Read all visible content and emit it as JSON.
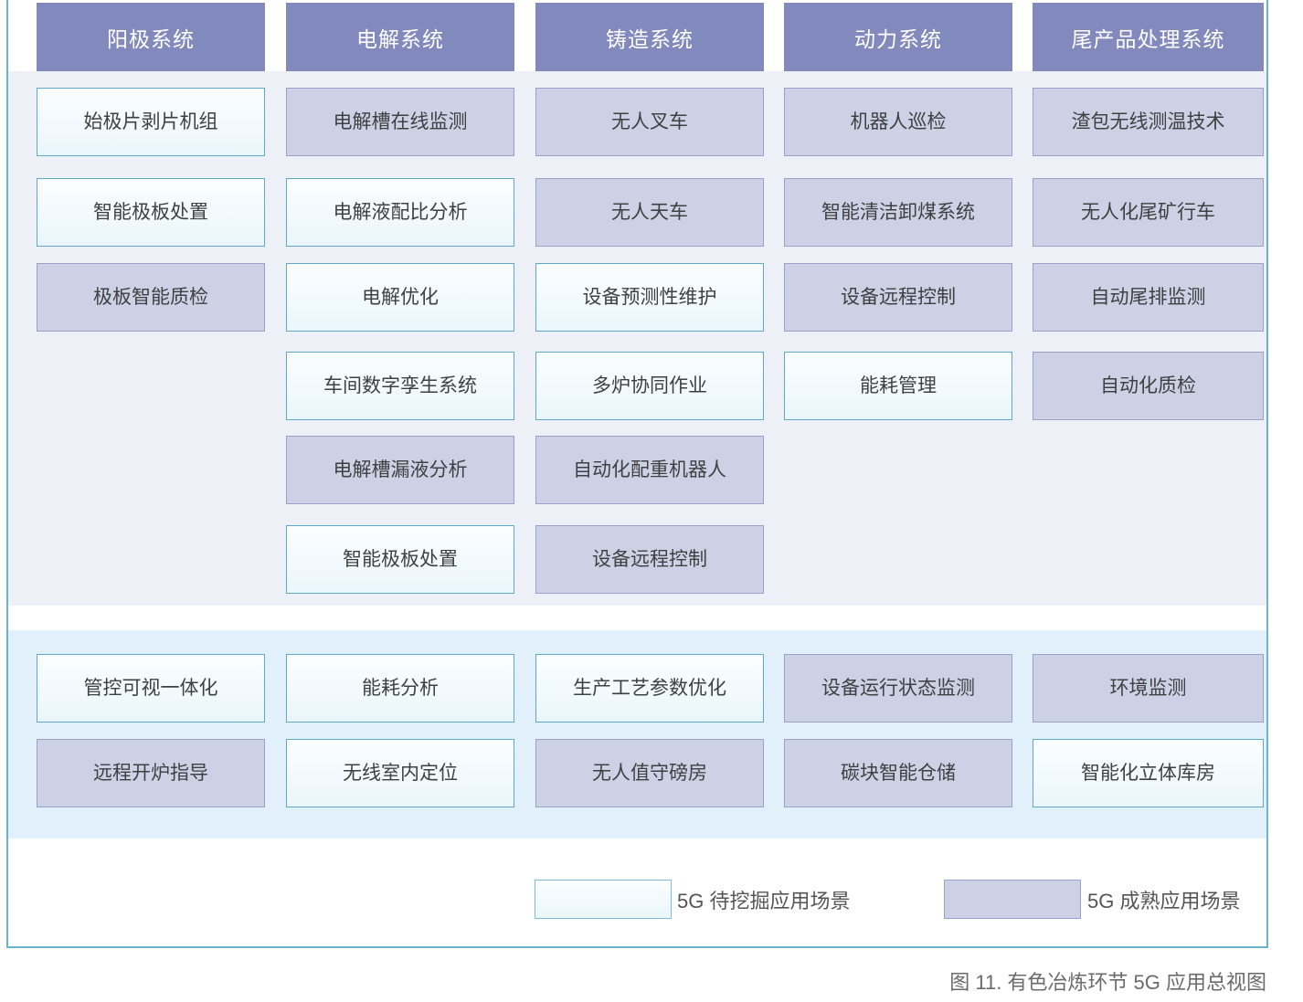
{
  "figure": {
    "caption": "图 11. 有色冶炼环节 5G 应用总视图"
  },
  "colors": {
    "header_bar": "#8289bd",
    "upper_band": "#eef0f8",
    "lower_band": "#e1f0fa",
    "mature_fill": "#ccd1e6",
    "mature_border": "#9aa0ca",
    "emerging_fill": "#eaf6fb",
    "emerging_border": "#5fa8c6",
    "frame_border": "#6ab3cf",
    "cell_text": "#404040",
    "header_text": "#ffffff",
    "caption_text": "#6b6b6b"
  },
  "columns": [
    {
      "header": "阳极系统",
      "cells": [
        {
          "label": "始极片剥片机组",
          "type": "emerging"
        },
        {
          "label": "智能极板处置",
          "type": "emerging"
        },
        {
          "label": "极板智能质检",
          "type": "mature"
        }
      ]
    },
    {
      "header": "电解系统",
      "cells": [
        {
          "label": "电解槽在线监测",
          "type": "mature"
        },
        {
          "label": "电解液配比分析",
          "type": "emerging"
        },
        {
          "label": "电解优化",
          "type": "emerging"
        },
        {
          "label": "车间数字孪生系统",
          "type": "emerging"
        },
        {
          "label": "电解槽漏液分析",
          "type": "mature"
        },
        {
          "label": "智能极板处置",
          "type": "emerging"
        }
      ]
    },
    {
      "header": "铸造系统",
      "cells": [
        {
          "label": "无人叉车",
          "type": "mature"
        },
        {
          "label": "无人天车",
          "type": "mature"
        },
        {
          "label": "设备预测性维护",
          "type": "emerging"
        },
        {
          "label": "多炉协同作业",
          "type": "emerging"
        },
        {
          "label": "自动化配重机器人",
          "type": "mature"
        },
        {
          "label": "设备远程控制",
          "type": "mature"
        }
      ]
    },
    {
      "header": "动力系统",
      "cells": [
        {
          "label": "机器人巡检",
          "type": "mature"
        },
        {
          "label": "智能清洁卸煤系统",
          "type": "mature"
        },
        {
          "label": "设备远程控制",
          "type": "mature"
        },
        {
          "label": "能耗管理",
          "type": "emerging"
        }
      ]
    },
    {
      "header": "尾产品处理系统",
      "cells": [
        {
          "label": "渣包无线测温技术",
          "type": "mature"
        },
        {
          "label": "无人化尾矿行车",
          "type": "mature"
        },
        {
          "label": "自动尾排监测",
          "type": "mature"
        },
        {
          "label": "自动化质检",
          "type": "mature"
        }
      ]
    }
  ],
  "common_columns": [
    {
      "cells": [
        {
          "label": "管控可视一体化",
          "type": "emerging"
        },
        {
          "label": "远程开炉指导",
          "type": "mature"
        }
      ]
    },
    {
      "cells": [
        {
          "label": "能耗分析",
          "type": "emerging"
        },
        {
          "label": "无线室内定位",
          "type": "emerging"
        }
      ]
    },
    {
      "cells": [
        {
          "label": "生产工艺参数优化",
          "type": "emerging"
        },
        {
          "label": "无人值守磅房",
          "type": "mature"
        }
      ]
    },
    {
      "cells": [
        {
          "label": "设备运行状态监测",
          "type": "mature"
        },
        {
          "label": "碳块智能仓储",
          "type": "mature"
        }
      ]
    },
    {
      "cells": [
        {
          "label": "环境监测",
          "type": "mature"
        },
        {
          "label": "智能化立体库房",
          "type": "emerging"
        }
      ]
    }
  ],
  "legend": {
    "items": [
      {
        "label": "5G 待挖掘应用场景",
        "type": "emerging"
      },
      {
        "label": "5G 成熟应用场景",
        "type": "mature"
      }
    ]
  }
}
